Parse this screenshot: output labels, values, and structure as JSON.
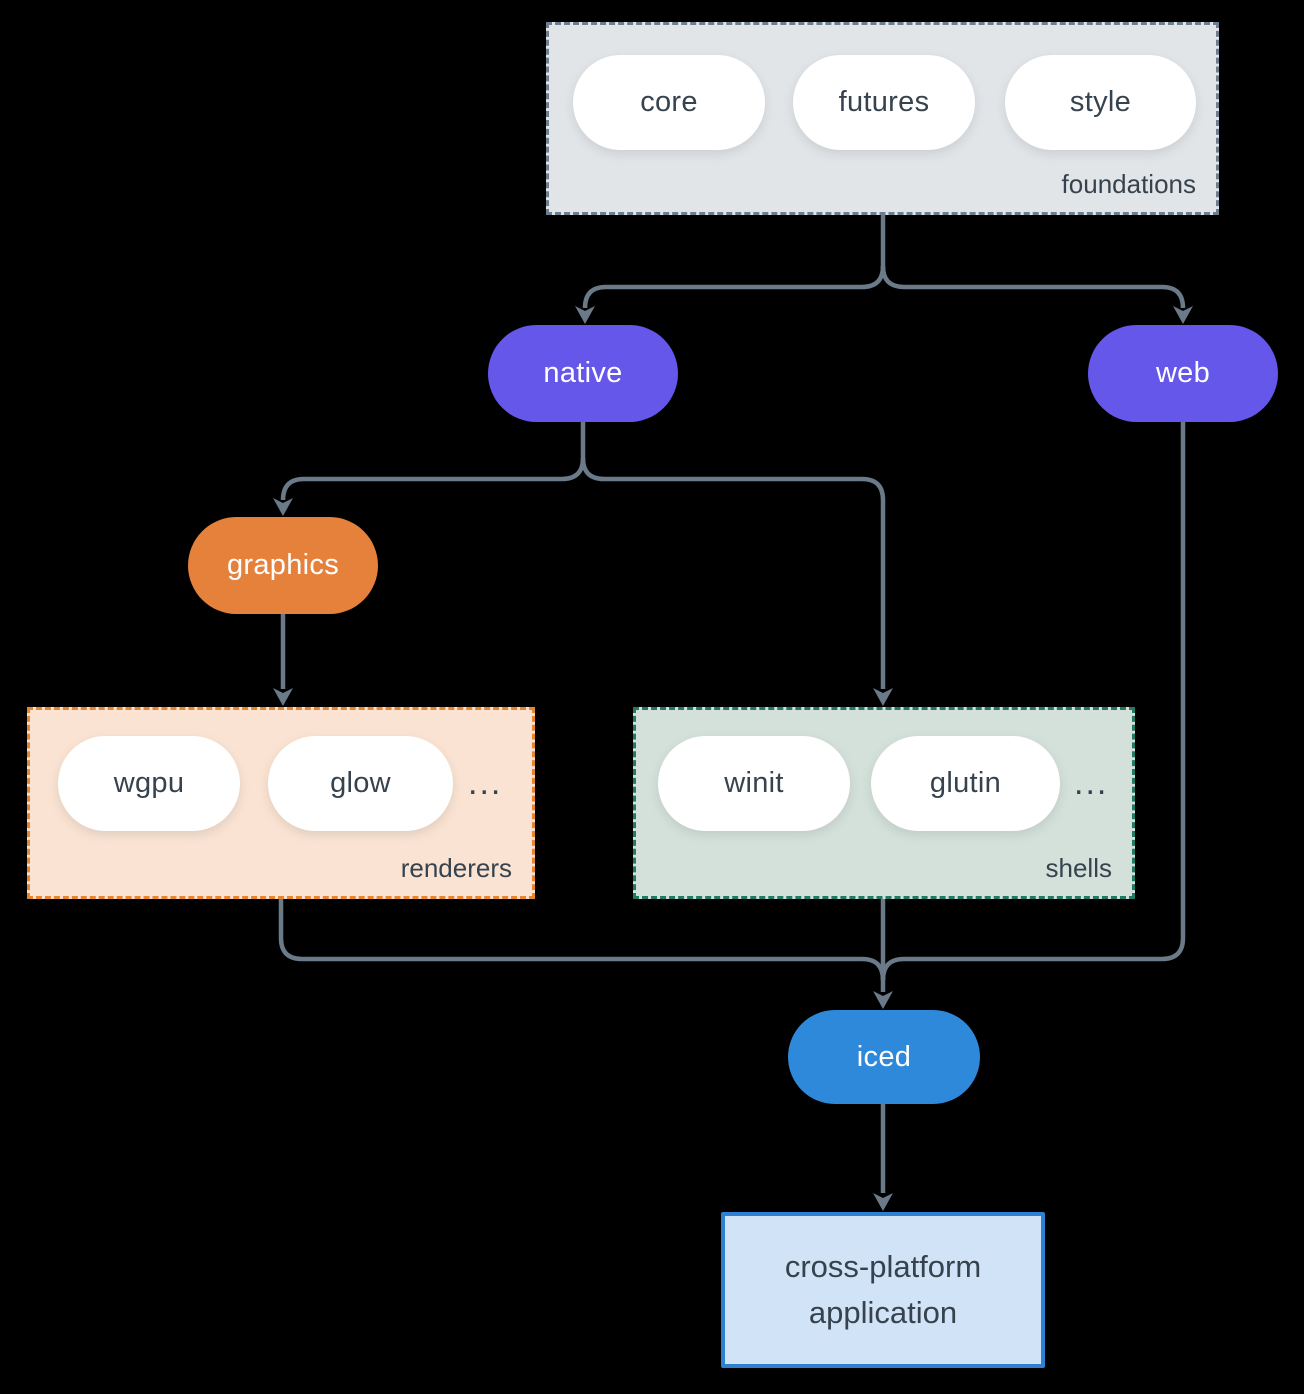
{
  "diagram": {
    "foundations": {
      "label": "foundations",
      "pills": [
        "core",
        "futures",
        "style"
      ]
    },
    "native_label": "native",
    "web_label": "web",
    "graphics_label": "graphics",
    "renderers": {
      "label": "renderers",
      "pills": [
        "wgpu",
        "glow"
      ],
      "more": "..."
    },
    "shells": {
      "label": "shells",
      "pills": [
        "winit",
        "glutin"
      ],
      "more": "..."
    },
    "iced_label": "iced",
    "application_label": "cross-platform application"
  },
  "colors": {
    "background": "#000000",
    "connector": "#6b7a89",
    "foundations_fill": "#e1e5e8",
    "foundations_border": "#6e7e8e",
    "renderers_fill": "#fae3d2",
    "renderers_border": "#e8862f",
    "shells_fill": "#d3e1da",
    "shells_border": "#227a65",
    "native_web_fill": "#6457ea",
    "graphics_fill": "#e6813c",
    "iced_fill": "#2e89da",
    "application_fill": "#d0e3f7",
    "application_border": "#2d80d2",
    "dark_text": "#36434e",
    "light_text": "#ffffff"
  }
}
